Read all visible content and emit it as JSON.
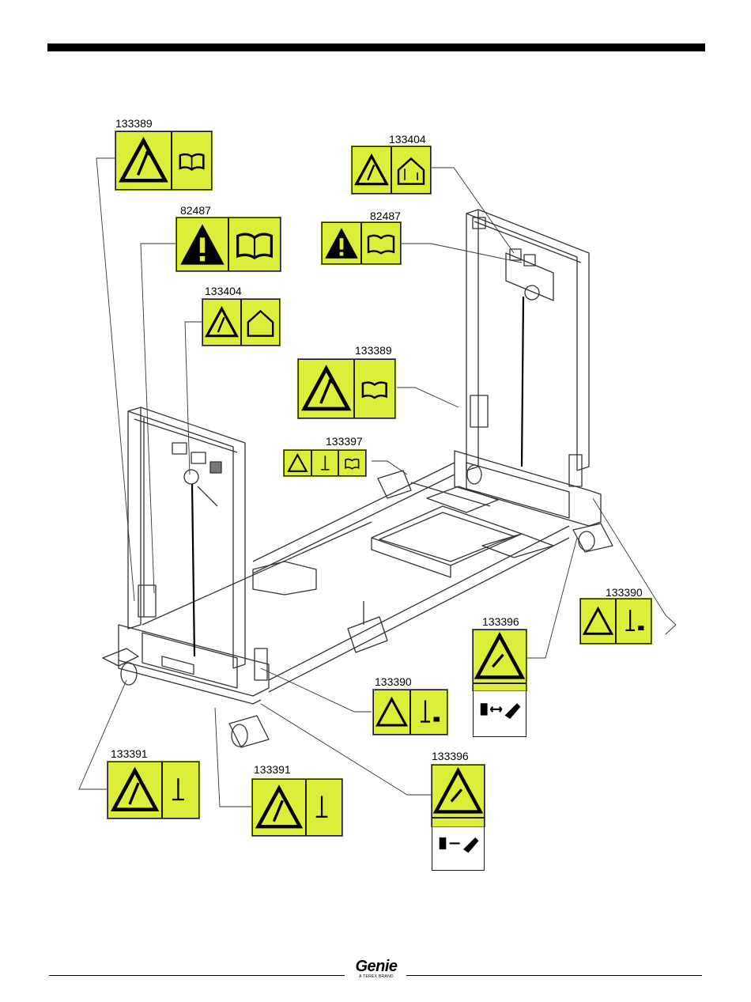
{
  "decals": [
    {
      "id": "d1",
      "part": "133389",
      "type": "warn-book"
    },
    {
      "id": "d2",
      "part": "133404",
      "type": "warn-house"
    },
    {
      "id": "d3",
      "part": "82487",
      "type": "alert-book"
    },
    {
      "id": "d4",
      "part": "82487",
      "type": "alert-book"
    },
    {
      "id": "d5",
      "part": "133404",
      "type": "warn-house"
    },
    {
      "id": "d6",
      "part": "133389",
      "type": "warn-book"
    },
    {
      "id": "d7",
      "part": "133397",
      "type": "warn-mast-book"
    },
    {
      "id": "d8",
      "part": "133390",
      "type": "warn-mast-book"
    },
    {
      "id": "d9",
      "part": "133396",
      "type": "crush"
    },
    {
      "id": "d10",
      "part": "133390",
      "type": "warn-mast-book"
    },
    {
      "id": "d11",
      "part": "133391",
      "type": "warn-mast"
    },
    {
      "id": "d12",
      "part": "133391",
      "type": "warn-mast"
    },
    {
      "id": "d13",
      "part": "133396",
      "type": "crush"
    }
  ],
  "footer": {
    "logo_text": "Genie",
    "logo_tagline": "A TEREX BRAND"
  },
  "colors": {
    "decal_yellow": "#dcee3a",
    "line": "#000000",
    "frame_stroke": "#333333"
  }
}
